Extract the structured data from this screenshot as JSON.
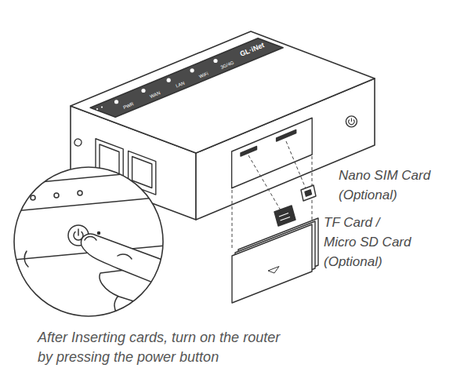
{
  "diagram": {
    "caption": "After Inserting cards, turn on the router by pressing the power button",
    "labels": [
      "Nano SIM Card (Optional)",
      "TF Card / Micro SD Card (Optional)",
      "GL·iNet",
      "PWR",
      "WAN",
      "LAN",
      "WiFi",
      "3G/4G"
    ]
  }
}
